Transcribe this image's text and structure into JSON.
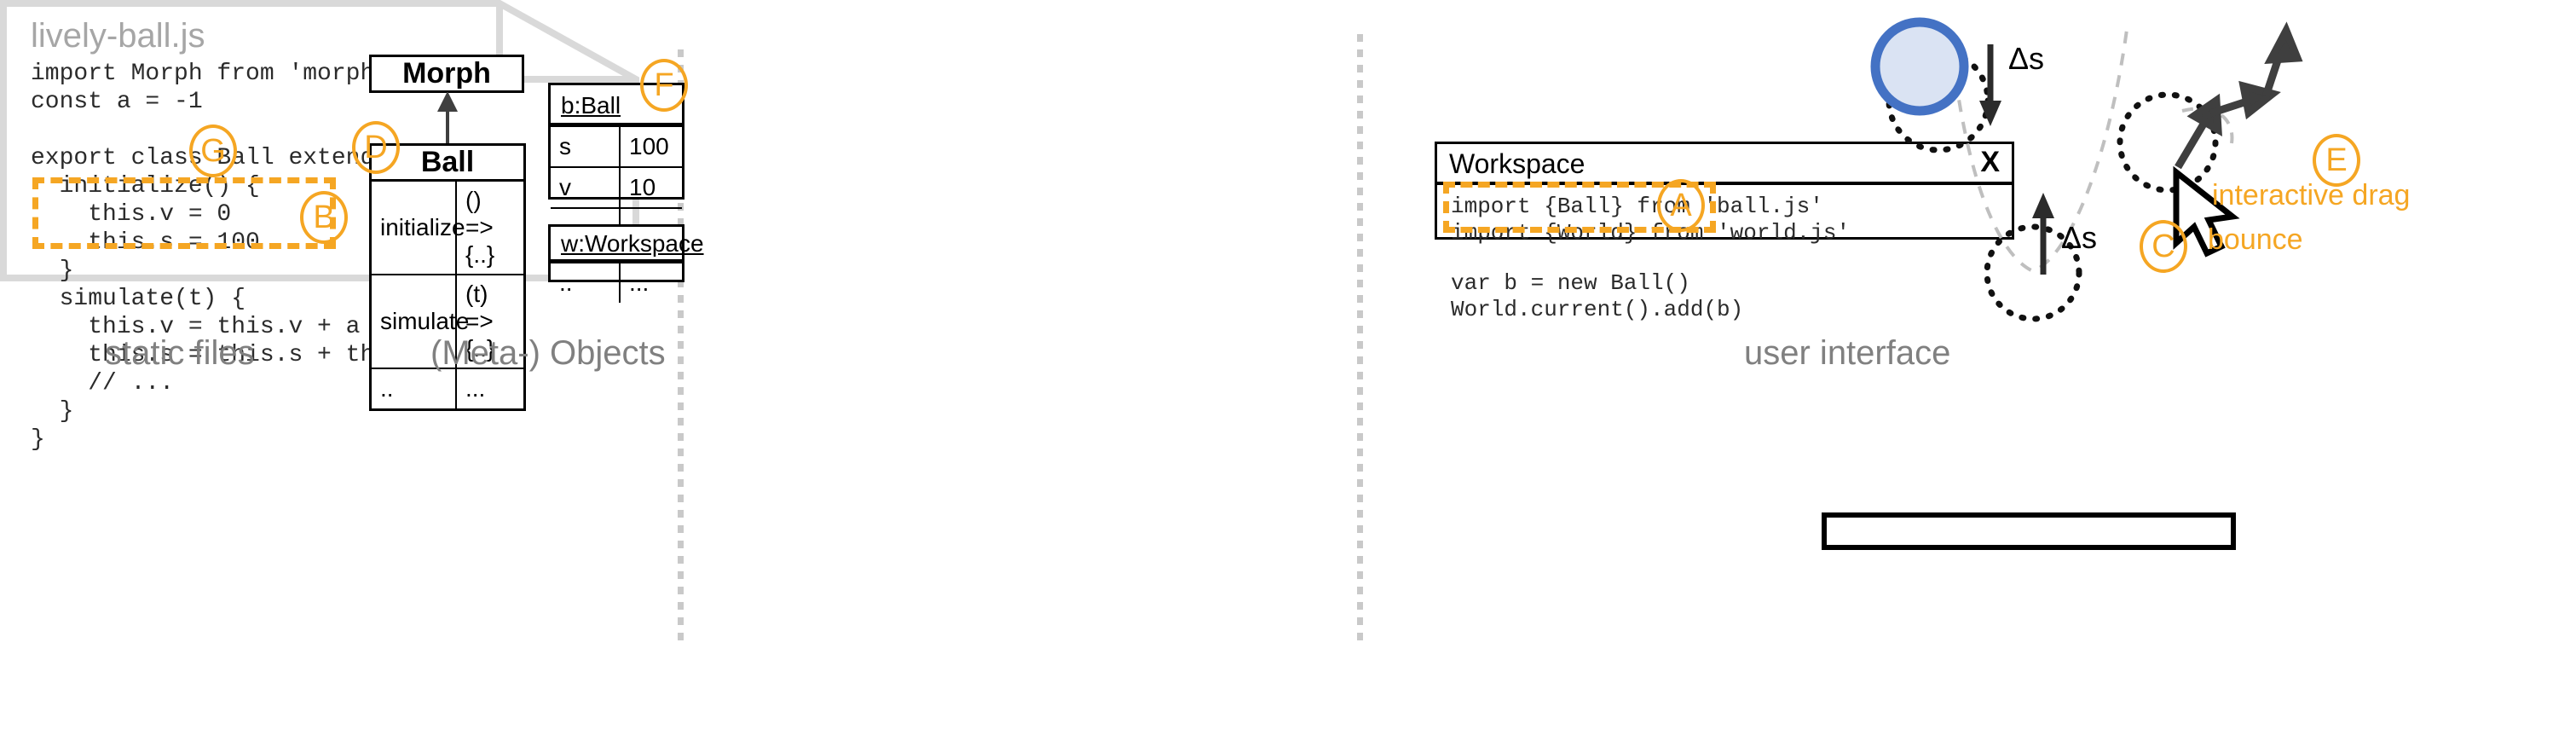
{
  "panels": {
    "left_caption": "static files",
    "middle_caption": "(Meta-) Objects",
    "right_caption": "user interface"
  },
  "colors": {
    "annotation_orange": "#F5A623",
    "ball_stroke_blue": "#4472C4",
    "ball_fill_blue": "#DAE3F3",
    "caption_gray": "#808080",
    "paper_gray": "#D9D9D9",
    "separator_gray": "#C9C9C9"
  },
  "file_document": {
    "filename": "lively-ball.js",
    "code": "import Morph from 'morph.js'\nconst a = -1\n\nexport class Ball extends Morph {\n  initialize() {\n    this.v = 0\n    this.s = 100\n  }\n  simulate(t) {\n    this.v = this.v + a * t\n    this.s = this.s + this.v * t\n    // ...\n  }\n}"
  },
  "class_diagram": {
    "superclass": {
      "name": "Morph"
    },
    "subclass": {
      "name": "Ball",
      "members": [
        {
          "key": "initialize",
          "value": "() => {..}"
        },
        {
          "key": "simulate",
          "value": "(t) => {..}"
        },
        {
          "key": "..",
          "value": "..."
        }
      ]
    }
  },
  "instances": [
    {
      "name": "b:Ball",
      "rows": [
        {
          "key": "s",
          "value": "100"
        },
        {
          "key": "v",
          "value": "10"
        },
        {
          "key": "..",
          "value": "..."
        }
      ]
    },
    {
      "name": "w:Workspace",
      "rows": [
        {
          "key": "..",
          "value": "..."
        }
      ]
    }
  ],
  "workspace_window": {
    "title": "Workspace",
    "close_label": "X",
    "code_top": "import {Ball} from 'ball.js'\nimport {World} from 'world.js'",
    "code_highlighted": "var b = new Ball()\nWorld.current().add(b)"
  },
  "ui_sketch": {
    "delta_label_top": "Δs",
    "delta_label_bottom": "Δs",
    "bounce_label": "bounce",
    "drag_label": "interactive drag"
  },
  "annotations": [
    {
      "id": "A",
      "letter": "A",
      "meaning": "workspace-code-snippet"
    },
    {
      "id": "B",
      "letter": "B",
      "meaning": "simulate-method-source"
    },
    {
      "id": "C",
      "letter": "C",
      "meaning": "bounce"
    },
    {
      "id": "D",
      "letter": "D",
      "meaning": "ball-class"
    },
    {
      "id": "E",
      "letter": "E",
      "meaning": "interactive-drag"
    },
    {
      "id": "F",
      "letter": "F",
      "meaning": "ball-instance"
    },
    {
      "id": "G",
      "letter": "G",
      "meaning": "initialize-method-source"
    }
  ]
}
